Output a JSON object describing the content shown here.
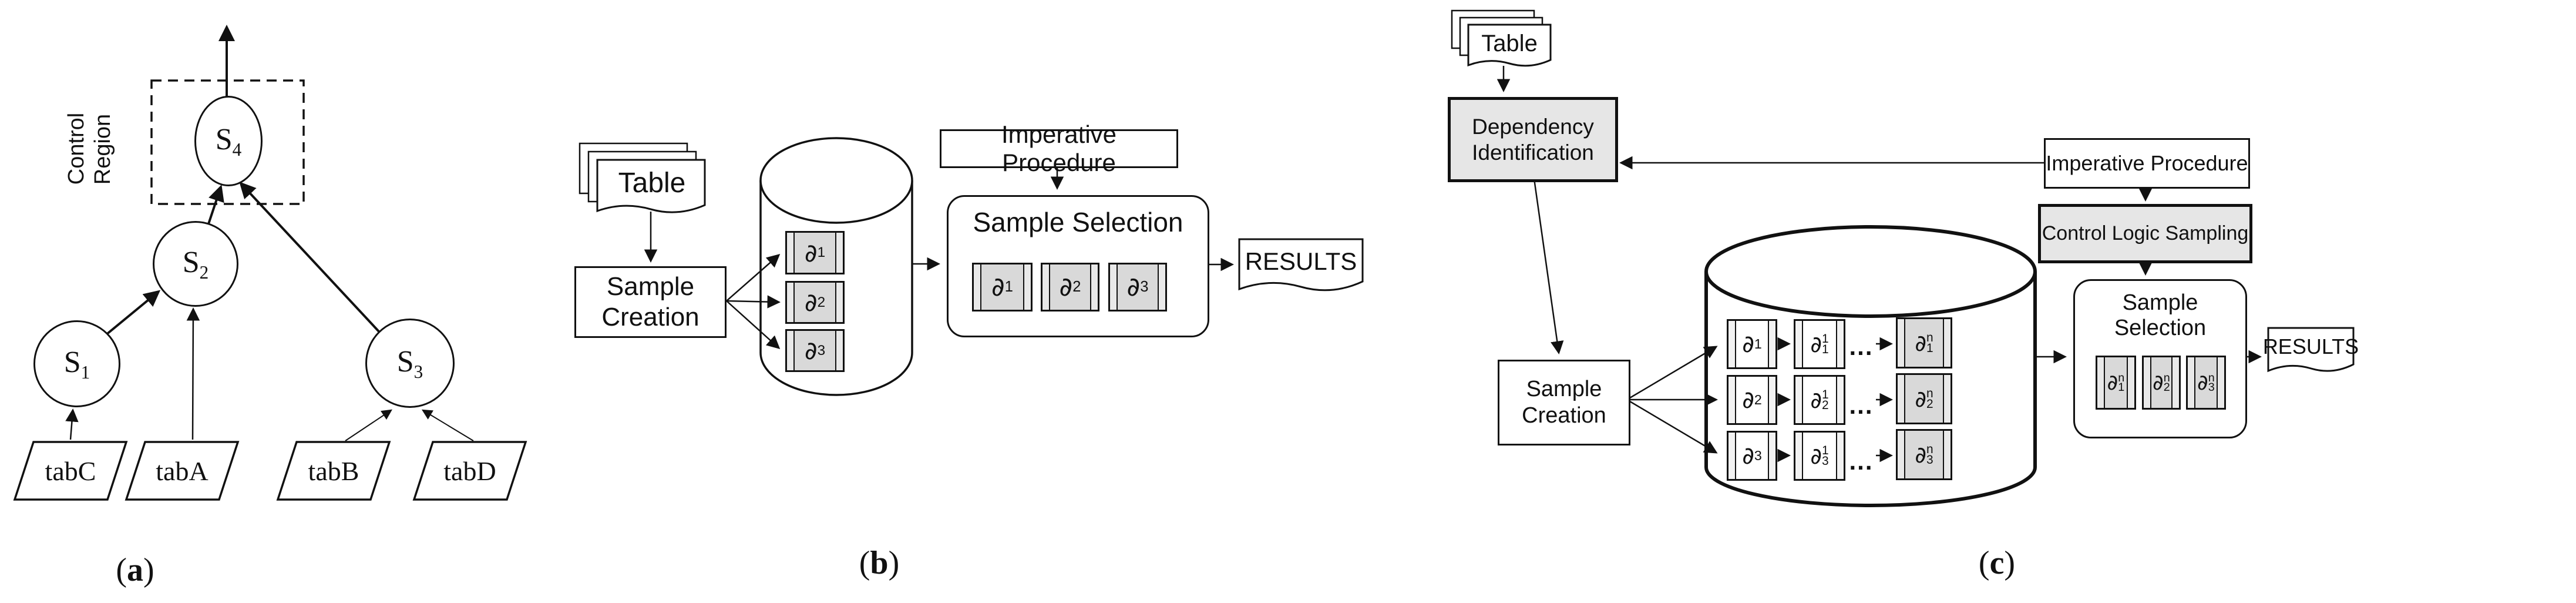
{
  "colors": {
    "background": "#ffffff",
    "stroke": "#111111",
    "highlight_box_fill": "#e6e6e6",
    "card_fill": "#d9d9d9"
  },
  "panel_a": {
    "caption": {
      "open": "(",
      "letter": "a",
      "close": ")"
    },
    "control_region": {
      "line1": "Control",
      "line2": "Region"
    },
    "nodes": {
      "s1": {
        "base": "S",
        "sub": "1"
      },
      "s2": {
        "base": "S",
        "sub": "2"
      },
      "s3": {
        "base": "S",
        "sub": "3"
      },
      "s4": {
        "base": "S",
        "sub": "4"
      }
    },
    "tabs": {
      "tabc": "tabC",
      "taba": "tabA",
      "tabb": "tabB",
      "tabd": "tabD"
    }
  },
  "panel_b": {
    "caption": {
      "open": "(",
      "letter": "b",
      "close": ")"
    },
    "table_label": "Table",
    "sample_creation": {
      "line1": "Sample",
      "line2": "Creation"
    },
    "imperative_procedure": "Imperative Procedure",
    "sample_selection": "Sample Selection",
    "results": "RESULTS",
    "cylinder_cards": [
      {
        "sym": "∂",
        "sub": "1"
      },
      {
        "sym": "∂",
        "sub": "2"
      },
      {
        "sym": "∂",
        "sub": "3"
      }
    ],
    "selection_cards": [
      {
        "sym": "∂",
        "sub": "1"
      },
      {
        "sym": "∂",
        "sub": "2"
      },
      {
        "sym": "∂",
        "sub": "3"
      }
    ]
  },
  "panel_c": {
    "caption": {
      "open": "(",
      "letter": "c",
      "close": ")"
    },
    "table_label": "Table",
    "dependency_identification": {
      "line1": "Dependency",
      "line2": "Identification"
    },
    "imperative_procedure": "Imperative Procedure",
    "control_logic_sampling": "Control Logic Sampling",
    "sample_creation": {
      "line1": "Sample",
      "line2": "Creation"
    },
    "sample_selection": "Sample Selection",
    "results": "RESULTS",
    "dots": "...",
    "rows": [
      {
        "base": {
          "sym": "∂",
          "sub": "1"
        },
        "step1": {
          "sym": "∂",
          "sub": "1",
          "sup": "1"
        },
        "stepn": {
          "sym": "∂",
          "sub": "1",
          "sup": "n"
        }
      },
      {
        "base": {
          "sym": "∂",
          "sub": "2"
        },
        "step1": {
          "sym": "∂",
          "sub": "2",
          "sup": "1"
        },
        "stepn": {
          "sym": "∂",
          "sub": "2",
          "sup": "n"
        }
      },
      {
        "base": {
          "sym": "∂",
          "sub": "3"
        },
        "step1": {
          "sym": "∂",
          "sub": "3",
          "sup": "1"
        },
        "stepn": {
          "sym": "∂",
          "sub": "3",
          "sup": "n"
        }
      }
    ],
    "selection_cards": [
      {
        "sym": "∂",
        "sub": "1",
        "sup": "n"
      },
      {
        "sym": "∂",
        "sub": "2",
        "sup": "n"
      },
      {
        "sym": "∂",
        "sub": "3",
        "sup": "n"
      }
    ]
  }
}
